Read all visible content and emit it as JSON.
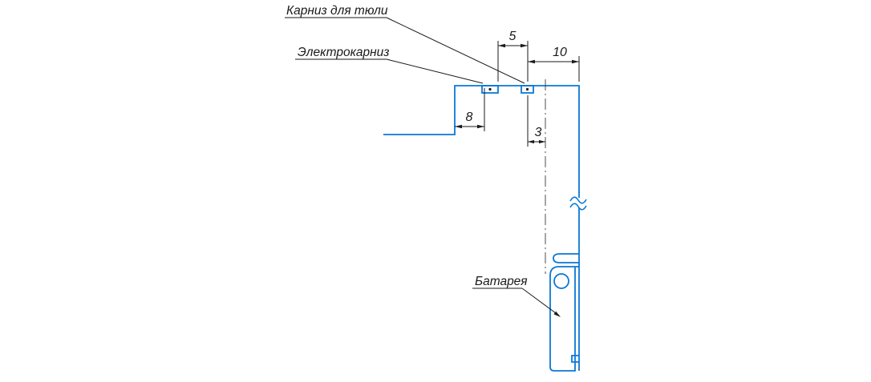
{
  "drawing": {
    "labels": {
      "tulle_rod": "Карниз для тюли",
      "electric_rod": "Электрокарниз",
      "radiator": "Батарея"
    },
    "dimensions": {
      "rods_gap": "5",
      "wall_offset": "10",
      "ceiling_step": "8",
      "axis_offset": "3"
    },
    "colors": {
      "structure_blue": "#0a78d6",
      "annotation_black": "#1a1a1a",
      "background": "#ffffff"
    }
  }
}
